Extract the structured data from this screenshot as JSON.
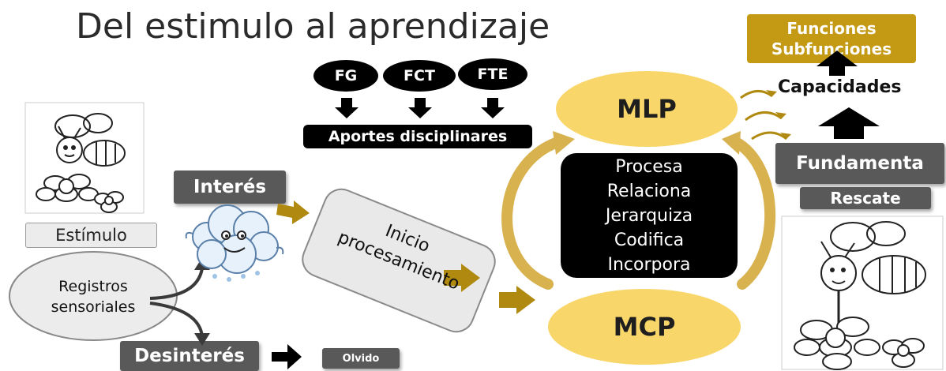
{
  "title": "Del estimulo al aprendizaje",
  "disciplines": [
    "FG",
    "FCT",
    "FTE"
  ],
  "aportes": "Aportes disciplinares",
  "memory": {
    "long_term": "MLP",
    "short_term": "MCP"
  },
  "processes": [
    "Procesa",
    "Relaciona",
    "Jerarquiza",
    "Codifica",
    "Incorpora"
  ],
  "left": {
    "estimulo": "Estímulo",
    "interes": "Interés",
    "registros": [
      "Registros",
      "sensoriales"
    ],
    "desinteres": "Desinterés",
    "olvido": "Olvido",
    "inicio": [
      "Inicio",
      "procesamiento"
    ]
  },
  "right": {
    "funciones": [
      "Funciones",
      "Subfunciones"
    ],
    "capacidades": "Capacidades",
    "fundamenta": "Fundamenta",
    "rescate": "Rescate"
  },
  "colors": {
    "gold": "#f8d66a",
    "dark_gold": "#c49a14",
    "arrow_gold": "#b08a10",
    "gray": "#595959",
    "black": "#000000"
  },
  "icons": [
    "bee-on-flower-illustration",
    "cartoon-cloud-illustration"
  ]
}
